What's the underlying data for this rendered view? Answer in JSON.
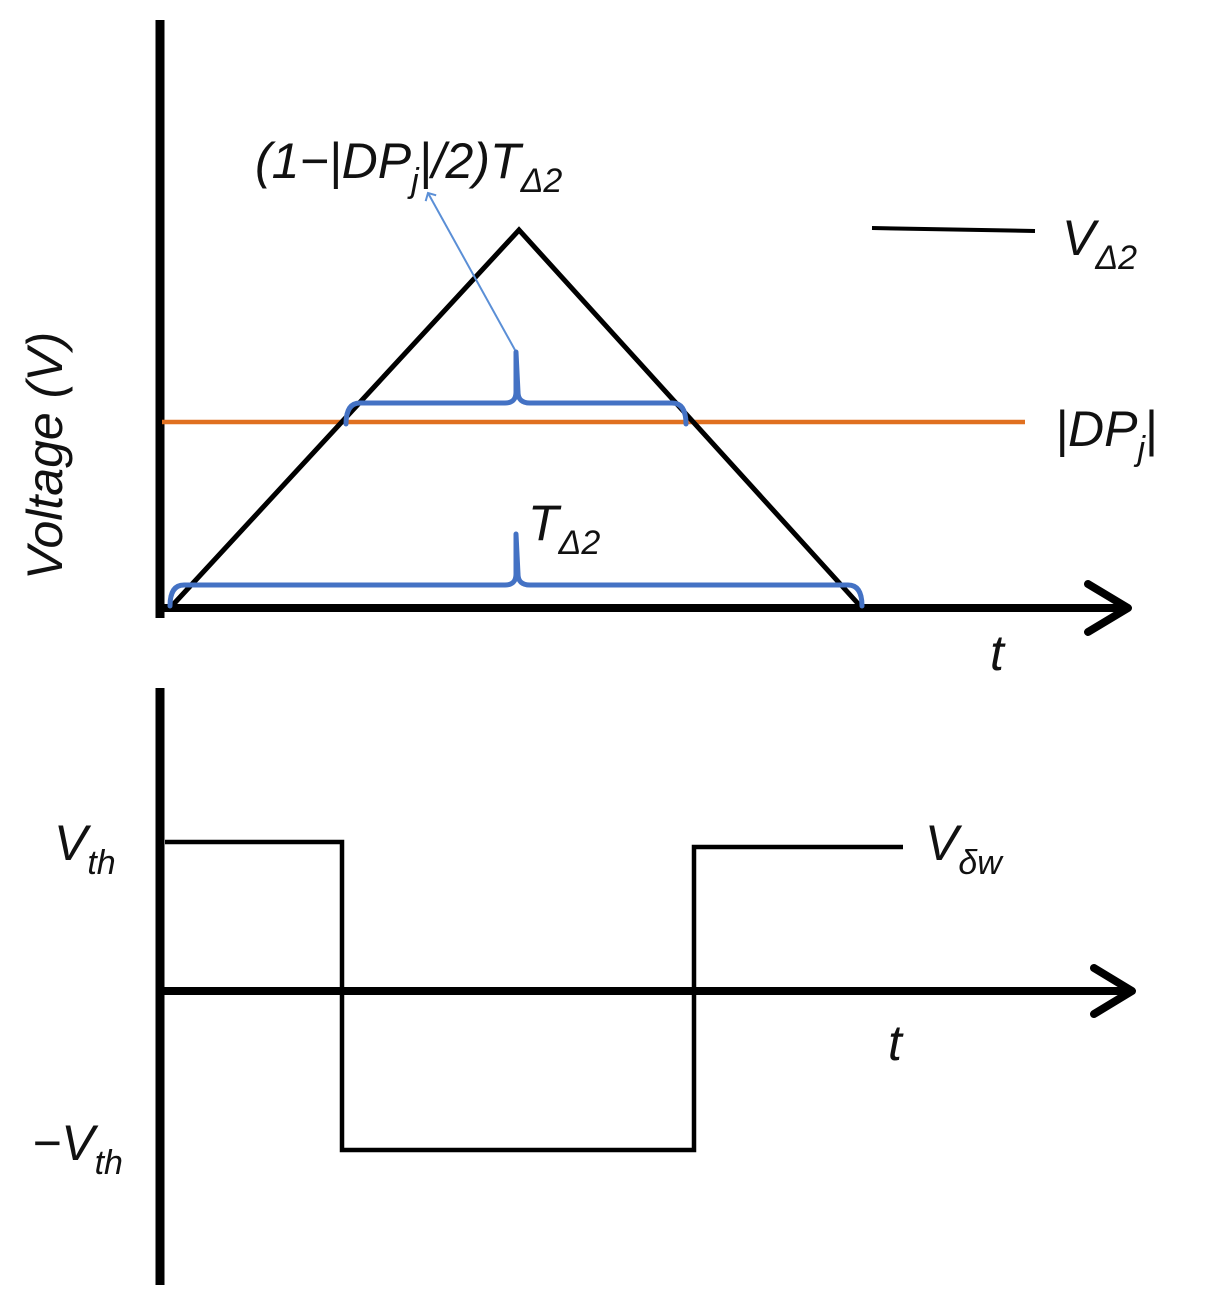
{
  "colors": {
    "axis": "#000000",
    "triangle": "#000000",
    "threshold": "#e07020",
    "bracket": "#4472c4",
    "pointer": "#5b8fd6",
    "square_wave": "#000000"
  },
  "top_panel": {
    "y_axis_label": "Voltage (V)",
    "x_axis_label": "t",
    "bracket_upper_label": {
      "main": "(1−|DP",
      "sub_j": "j",
      "mid": "|/2)T",
      "sub_delta": "Δ2"
    },
    "bracket_lower_label": {
      "main": "T",
      "sub": "Δ2"
    },
    "legend_triangle": {
      "main": "V",
      "sub": "Δ2"
    },
    "legend_threshold": {
      "pre": "|DP",
      "sub": "j",
      "post": "|"
    }
  },
  "bottom_panel": {
    "x_axis_label": "t",
    "y_tick_high": {
      "main": "V",
      "sub": "th"
    },
    "y_tick_low": {
      "main": "−V",
      "sub": "th"
    },
    "wave_label": {
      "main": "V",
      "sub": "δw"
    }
  }
}
